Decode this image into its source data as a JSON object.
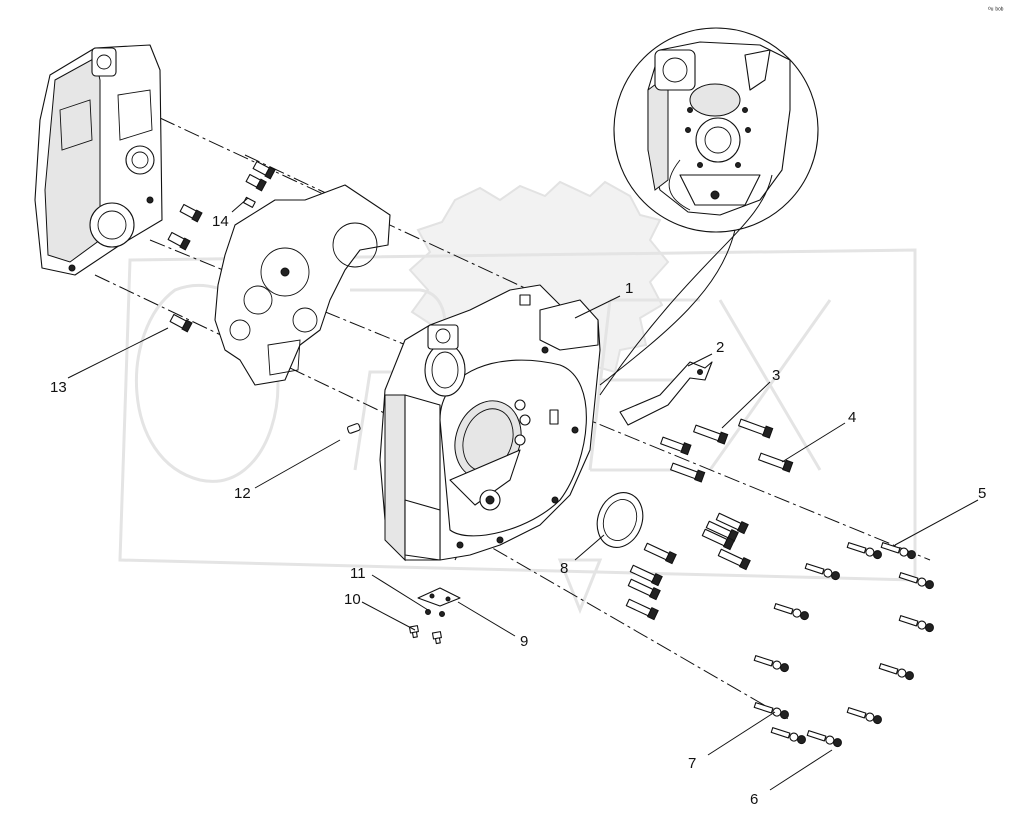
{
  "callouts": [
    {
      "id": "1",
      "label": "1"
    },
    {
      "id": "2",
      "label": "2"
    },
    {
      "id": "3",
      "label": "3"
    },
    {
      "id": "4",
      "label": "4"
    },
    {
      "id": "5",
      "label": "5"
    },
    {
      "id": "6",
      "label": "6"
    },
    {
      "id": "7",
      "label": "7"
    },
    {
      "id": "8",
      "label": "8"
    },
    {
      "id": "9",
      "label": "9"
    },
    {
      "id": "10",
      "label": "10"
    },
    {
      "id": "11",
      "label": "11"
    },
    {
      "id": "12",
      "label": "12"
    },
    {
      "id": "13",
      "label": "13"
    },
    {
      "id": "14",
      "label": "14"
    }
  ],
  "corner_mark": "⁰ᵘ ᵇᵒᵇ"
}
